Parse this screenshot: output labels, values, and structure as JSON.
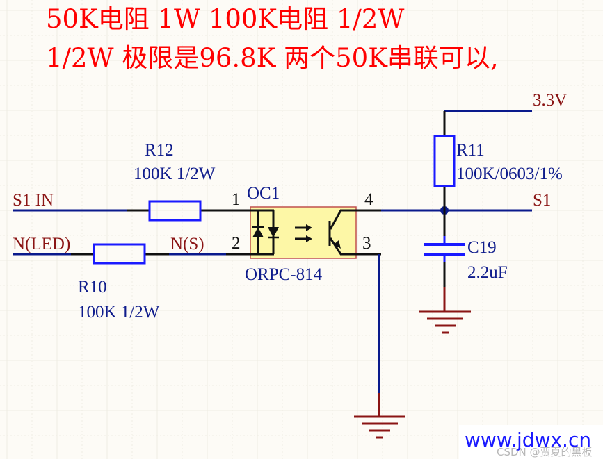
{
  "notes": {
    "line1": "50K电阻  1W  100K电阻 1/2W",
    "line2": "1/2W 极限是96.8K  两个50K串联可以,"
  },
  "nets": {
    "s1_in": "S1  IN",
    "n_led": "N(LED)",
    "n_s": "N(S)",
    "vcc": "3.3V",
    "s1": "S1"
  },
  "components": {
    "r12": {
      "designator": "R12",
      "value": "100K 1/2W"
    },
    "r10": {
      "designator": "R10",
      "value": "100K 1/2W"
    },
    "r11": {
      "designator": "R11",
      "value": "100K/0603/1%"
    },
    "c19": {
      "designator": "C19",
      "value": "2.2uF"
    },
    "oc1": {
      "designator": "OC1",
      "part": "ORPC-814",
      "pins": [
        "1",
        "2",
        "3",
        "4"
      ]
    }
  },
  "colors": {
    "note": "#ff0000",
    "wire": "#0a1a8c",
    "pin": "#111111",
    "component": "#1a1aff",
    "power": "#8a1414",
    "label": "#0f1c8c",
    "net_label": "#8a1414",
    "opto_fill": "#fdf7a6",
    "opto_border": "#c0504d"
  },
  "watermark": {
    "site": "www.jdwx.cn",
    "csdn": "CSDN @贾夏的黑板"
  }
}
